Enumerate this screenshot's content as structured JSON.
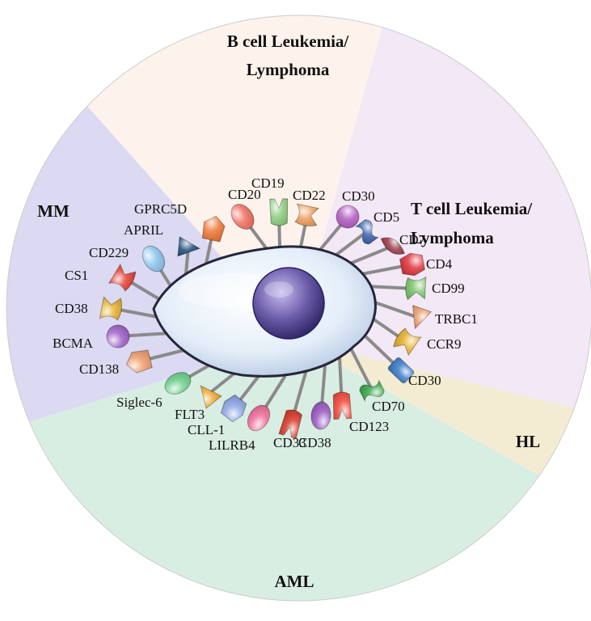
{
  "regions": [
    {
      "id": "b-cell",
      "lines": [
        "B cell Leukemia/",
        "Lymphoma"
      ],
      "color": "#fdf3ec"
    },
    {
      "id": "t-cell",
      "lines": [
        "T cell Leukemia/",
        "Lymphoma"
      ],
      "color": "#f3e8f5"
    },
    {
      "id": "hl",
      "lines": [
        "HL"
      ],
      "color": "#f4ecd2"
    },
    {
      "id": "aml",
      "lines": [
        "AML"
      ],
      "color": "#d9eee3"
    },
    {
      "id": "mm",
      "lines": [
        "MM"
      ],
      "color": "#dcdaf2"
    }
  ],
  "markers": [
    {
      "label": "CD20",
      "shape": "oval",
      "color": "#f07060"
    },
    {
      "label": "CD19",
      "shape": "cup",
      "color": "#8ecf80"
    },
    {
      "label": "CD22",
      "shape": "notch",
      "color": "#f0a060"
    },
    {
      "label": "CD30",
      "shape": "circle",
      "color": "#b35cc2"
    },
    {
      "label": "CD5",
      "shape": "wave",
      "color": "#3f67b0"
    },
    {
      "label": "CD7",
      "shape": "leaf",
      "color": "#9c3a4a"
    },
    {
      "label": "CD4",
      "shape": "hex",
      "color": "#e0343c"
    },
    {
      "label": "CD99",
      "shape": "notch",
      "color": "#7cc46a"
    },
    {
      "label": "TRBC1",
      "shape": "triangle",
      "color": "#e89a6a"
    },
    {
      "label": "CCR9",
      "shape": "notch",
      "color": "#e8b430"
    },
    {
      "label": "CD30",
      "shape": "rect",
      "color": "#3f7fcc"
    },
    {
      "label": "CD70",
      "shape": "wave",
      "color": "#3caa4a"
    },
    {
      "label": "CD123",
      "shape": "cup",
      "color": "#f04a3a"
    },
    {
      "label": "CD38",
      "shape": "oval",
      "color": "#9a58c2"
    },
    {
      "label": "CD33",
      "shape": "cup",
      "color": "#d83a2a"
    },
    {
      "label": "LILRB4",
      "shape": "oval",
      "color": "#f06b9a"
    },
    {
      "label": "CLL-1",
      "shape": "hex",
      "color": "#8fa6e6"
    },
    {
      "label": "FLT3",
      "shape": "triangle",
      "color": "#f0a830"
    },
    {
      "label": "Siglec-6",
      "shape": "oval",
      "color": "#6ed08c"
    },
    {
      "label": "CD138",
      "shape": "pent",
      "color": "#f0a070"
    },
    {
      "label": "BCMA",
      "shape": "circle",
      "color": "#a060c8"
    },
    {
      "label": "CD38",
      "shape": "notch",
      "color": "#e8b430"
    },
    {
      "label": "CS1",
      "shape": "notch",
      "color": "#e8443a"
    },
    {
      "label": "CD229",
      "shape": "oval",
      "color": "#8ec6ee"
    },
    {
      "label": "APRIL",
      "shape": "triangle",
      "color": "#1f4a7a"
    },
    {
      "label": "GPRC5D",
      "shape": "pent",
      "color": "#f07a3a"
    }
  ]
}
